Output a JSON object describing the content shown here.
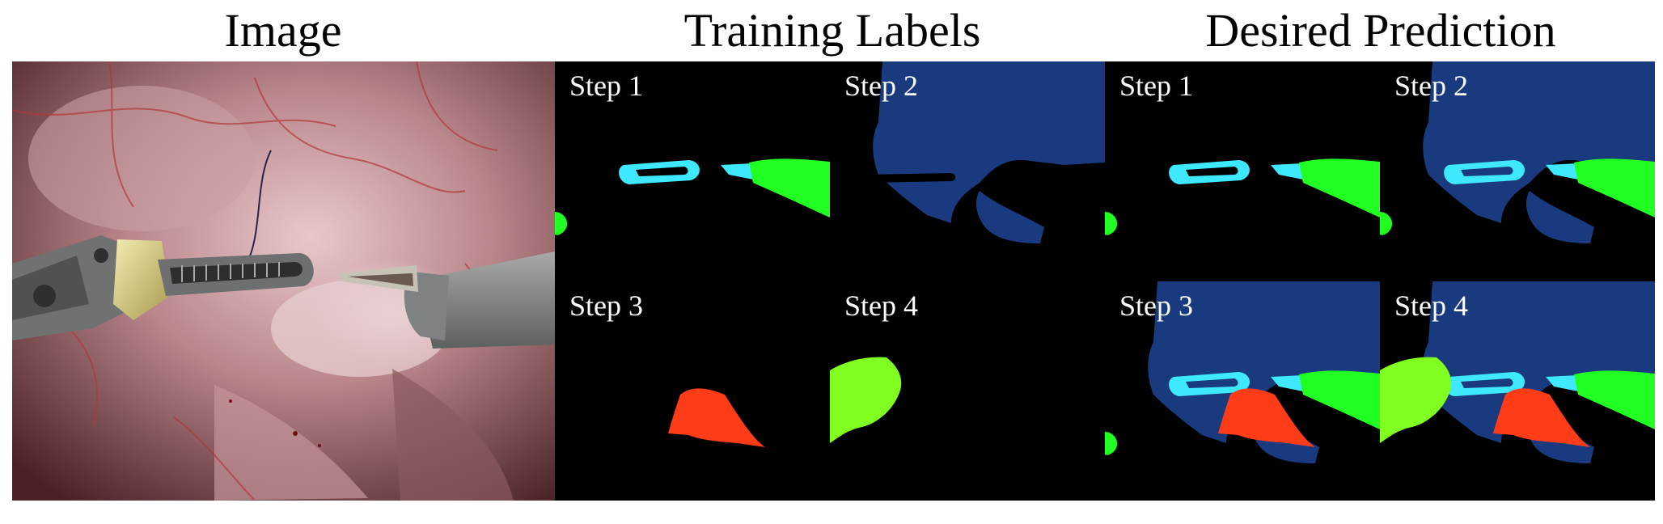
{
  "titles": {
    "image": "Image",
    "training": "Training Labels",
    "prediction": "Desired Prediction"
  },
  "steps": {
    "s1": "Step 1",
    "s2": "Step 2",
    "s3": "Step 3",
    "s4": "Step 4"
  },
  "colors": {
    "background": "#000000",
    "tissue": "#1a3a80",
    "instrument_cyan": "#3ee8ff",
    "instrument_green": "#22ff22",
    "yellow_green": "#80ff20",
    "red_orange": "#ff3c18"
  }
}
